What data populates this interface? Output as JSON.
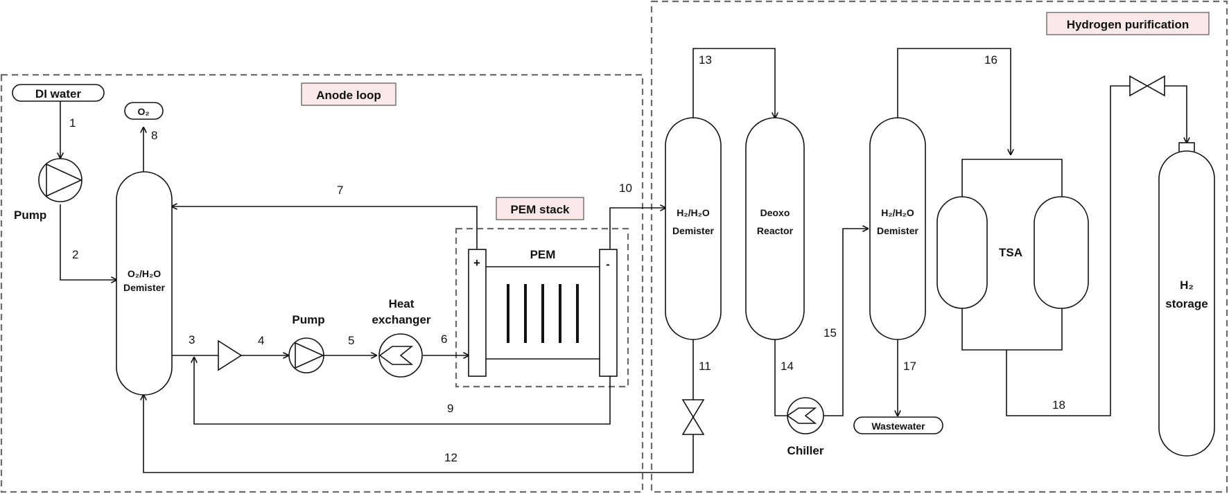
{
  "regions": {
    "anode_loop": "Anode loop",
    "pem_stack": "PEM stack",
    "hydrogen_purification": "Hydrogen purification"
  },
  "equipment": {
    "di_water": "DI water",
    "o2": "O₂",
    "pump_1": "Pump",
    "o2_demister_line1": "O₂/H₂O",
    "o2_demister_line2": "Demister",
    "pump_2": "Pump",
    "heat_exchanger_line1": "Heat",
    "heat_exchanger_line2": "exchanger",
    "pem": "PEM",
    "plus": "+",
    "minus": "-",
    "h2_demister_1_line1": "H₂/H₂O",
    "h2_demister_1_line2": "Demister",
    "deoxo_line1": "Deoxo",
    "deoxo_line2": "Reactor",
    "h2_demister_2_line1": "H₂/H₂O",
    "h2_demister_2_line2": "Demister",
    "tsa": "TSA",
    "h2_storage_line1": "H₂",
    "h2_storage_line2": "storage",
    "chiller": "Chiller",
    "wastewater": "Wastewater"
  },
  "streams": {
    "s1": "1",
    "s2": "2",
    "s3": "3",
    "s4": "4",
    "s5": "5",
    "s6": "6",
    "s7": "7",
    "s8": "8",
    "s9": "9",
    "s10": "10",
    "s11": "11",
    "s12": "12",
    "s13": "13",
    "s14": "14",
    "s15": "15",
    "s16": "16",
    "s17": "17",
    "s18": "18"
  }
}
